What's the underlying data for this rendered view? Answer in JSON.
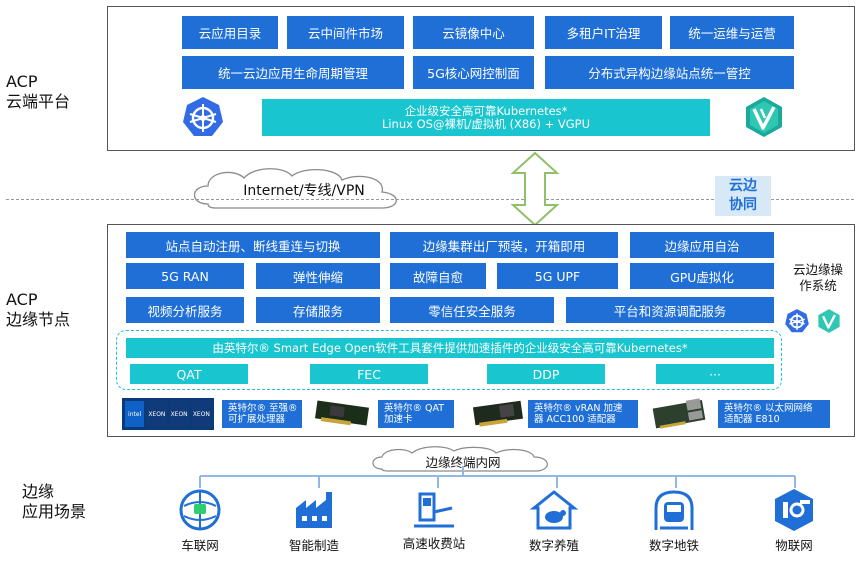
{
  "side_labels": {
    "cloud": [
      "ACP",
      "云端平台"
    ],
    "edge": [
      "ACP",
      "边缘节点"
    ],
    "scenes": [
      "边缘",
      "应用场景"
    ]
  },
  "cloud": {
    "row1": [
      "云应用目录",
      "云中间件市场",
      "云镜像中心",
      "多租户IT治理",
      "统一运维与运营"
    ],
    "row2": [
      "统一云边应用生命周期管理",
      "5G核心网控制面",
      "分布式异构边缘站点统一管控"
    ],
    "k8s_line1": "企业级安全高可靠Kubernetes*",
    "k8s_line2": "Linux OS@裸机/虚拟机 (X86) + VGPU"
  },
  "network": {
    "cloud_text": "Internet/专线/VPN",
    "collab": [
      "云边",
      "协同"
    ]
  },
  "edge": {
    "row1": [
      "站点自动注册、断线重连与切换",
      "边缘集群出厂预装，开箱即用",
      "边缘应用自治"
    ],
    "row2": [
      "5G RAN",
      "弹性伸缩",
      "故障自愈",
      "5G UPF",
      "GPU虚拟化"
    ],
    "row3": [
      "视频分析服务",
      "存储服务",
      "零信任安全服务",
      "平台和资源调配服务"
    ],
    "os_label": [
      "云边缘操",
      "作系统"
    ],
    "smart_edge": "由英特尔® Smart Edge Open软件工具套件提供加速插件的企业级安全高可靠Kubernetes*",
    "accel": [
      "QAT",
      "FEC",
      "DDP",
      "···"
    ],
    "hardware": [
      {
        "line1": "英特尔® 至强®",
        "line2": "可扩展处理器"
      },
      {
        "line1": "英特尔® QAT",
        "line2": "加速卡"
      },
      {
        "line1": "英特尔® vRAN 加速",
        "line2": "器 ACC100 适配器"
      },
      {
        "line1": "英特尔® 以太网网络",
        "line2": "适配器 E810"
      }
    ],
    "xeon_chip_texts": [
      "intel",
      "XEON",
      "XEON",
      "XEON"
    ]
  },
  "edge_network": "边缘终端内网",
  "scenes": [
    {
      "label": "车联网",
      "icon": "connected-car-icon"
    },
    {
      "label": "智能制造",
      "icon": "factory-icon"
    },
    {
      "label": "高速收费站",
      "icon": "toll-station-icon"
    },
    {
      "label": "数字养殖",
      "icon": "farm-icon"
    },
    {
      "label": "数字地铁",
      "icon": "metro-icon"
    },
    {
      "label": "物联网",
      "icon": "iot-icon"
    }
  ],
  "colors": {
    "blue": "#1f6fd6",
    "teal": "#19c5cf",
    "arrow_green": "#8fc06a",
    "collab_bg": "#d7e8f7",
    "icon_blue": "#1f6fd6"
  }
}
